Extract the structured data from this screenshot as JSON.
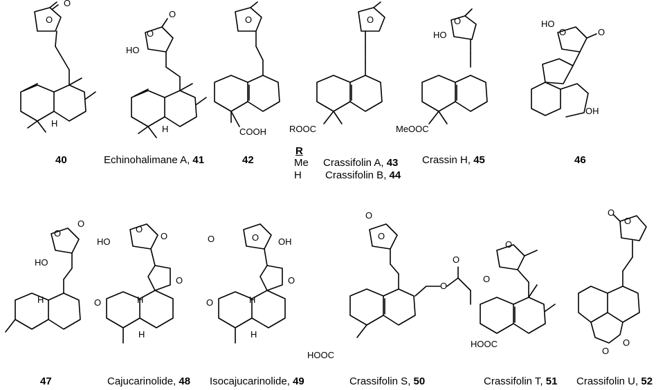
{
  "compounds": [
    {
      "id": "c40",
      "number": "40",
      "name": ""
    },
    {
      "id": "c41",
      "number": "41",
      "name": "Echinohalimane A, "
    },
    {
      "id": "c42",
      "number": "42",
      "name": ""
    },
    {
      "id": "c43",
      "number": "43",
      "name": "Crassifolin A, "
    },
    {
      "id": "c44",
      "number": "44",
      "name": "Crassifolin B, "
    },
    {
      "id": "c45",
      "number": "45",
      "name": "Crassin H, "
    },
    {
      "id": "c46",
      "number": "46",
      "name": ""
    },
    {
      "id": "c47",
      "number": "47",
      "name": ""
    },
    {
      "id": "c48",
      "number": "48",
      "name": "Cajucarinolide, "
    },
    {
      "id": "c49",
      "number": "49",
      "name": "Isocajucarinolide, "
    },
    {
      "id": "c50",
      "number": "50",
      "name": "Crassifolin S, "
    },
    {
      "id": "c51",
      "number": "51",
      "name": "Crassifolin T, "
    },
    {
      "id": "c52",
      "number": "52",
      "name": "Crassifolin U, "
    }
  ],
  "r_legend": {
    "header": "R",
    "rows": [
      {
        "r": "Me"
      },
      {
        "r": "H"
      }
    ]
  },
  "atom_labels": {
    "o": "O",
    "ho": "HO",
    "oh": "OH",
    "h": "H",
    "cooh": "COOH",
    "rooc": "ROOC",
    "meooc": "MeOOC",
    "hooc": "HOOC"
  }
}
